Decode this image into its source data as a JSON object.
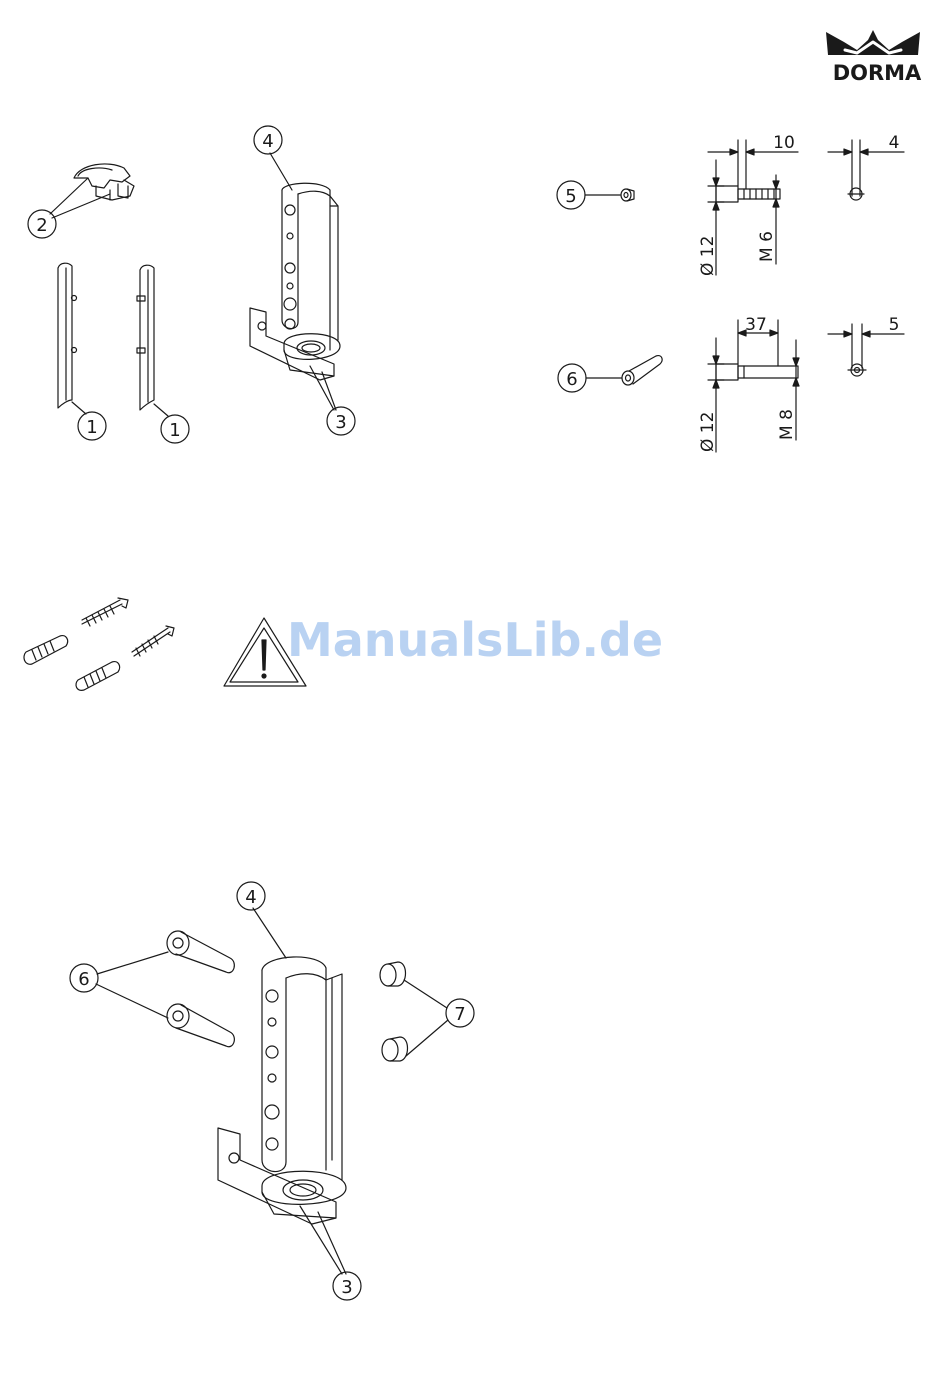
{
  "brand": {
    "name": "DORMA"
  },
  "watermark": {
    "text": "ManualsLib.de"
  },
  "callouts": {
    "c1a": "1",
    "c1b": "1",
    "c2": "2",
    "c3_top": "3",
    "c4_top": "4",
    "c5": "5",
    "c6": "6",
    "c4_bottom": "4",
    "c6_bottom": "6",
    "c7": "7",
    "c3_bottom": "3"
  },
  "dimensions": {
    "screw_m6": {
      "length": "10",
      "head_height": "4",
      "head_diameter": "Ø 12",
      "thread": "M 6"
    },
    "screw_m8": {
      "length": "37",
      "head_height": "5",
      "head_diameter": "Ø 12",
      "thread": "M 8"
    }
  },
  "icons": {
    "warning": "warning-triangle-icon",
    "logo": "crown-logo-icon"
  },
  "colors": {
    "line": "#1a1a1a",
    "watermark": "#b9d2f2"
  }
}
